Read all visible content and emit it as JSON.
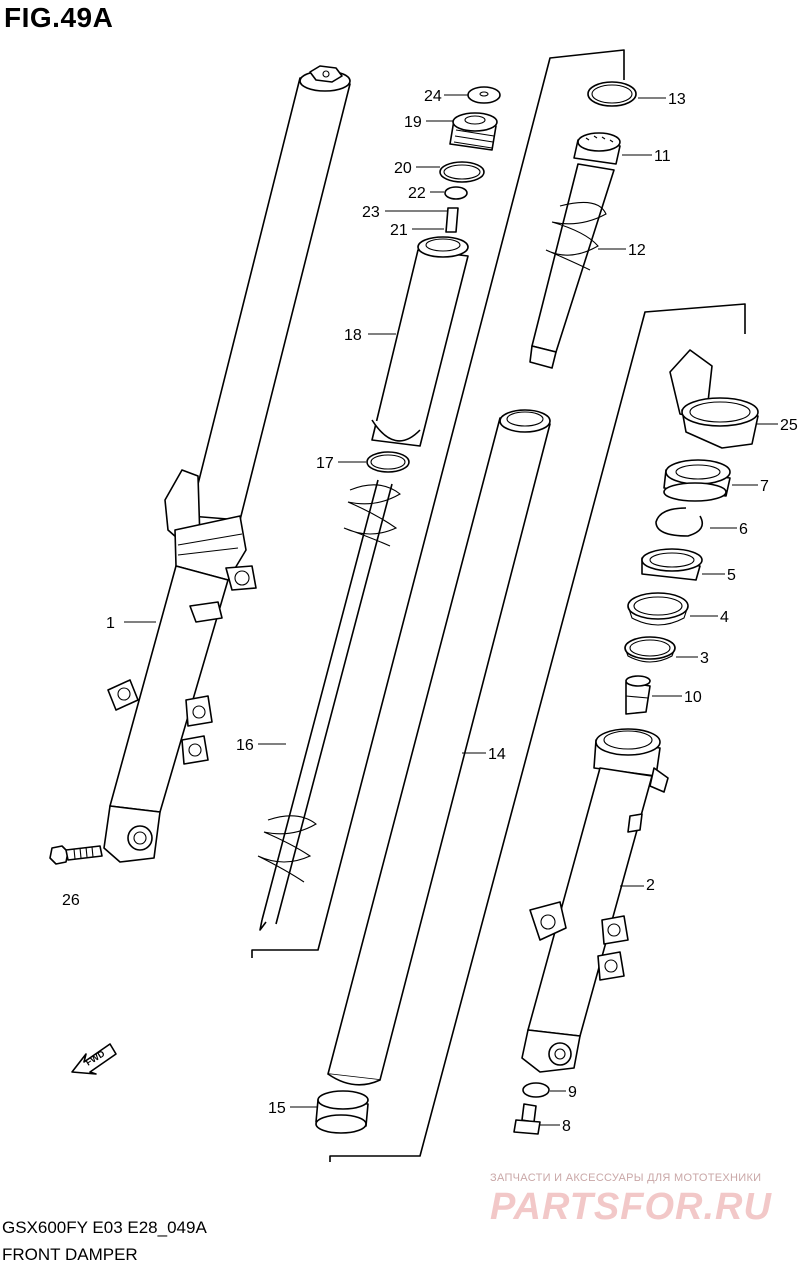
{
  "figure": {
    "title": "FIG.49A",
    "model_code": "GSX600FY E03 E28_049A",
    "subtitle": "FRONT DAMPER"
  },
  "fwd_arrow": {
    "label": "FWD"
  },
  "part_labels": [
    "1",
    "2",
    "3",
    "4",
    "5",
    "6",
    "7",
    "8",
    "9",
    "10",
    "11",
    "12",
    "13",
    "14",
    "15",
    "16",
    "17",
    "18",
    "19",
    "20",
    "21",
    "22",
    "23",
    "24",
    "25",
    "26"
  ],
  "watermark": {
    "tagline": "ЗАПЧАСТИ И АКСЕССУАРЫ ДЛЯ МОТОТЕХНИКИ",
    "brand": "PARTSFOR.RU"
  }
}
